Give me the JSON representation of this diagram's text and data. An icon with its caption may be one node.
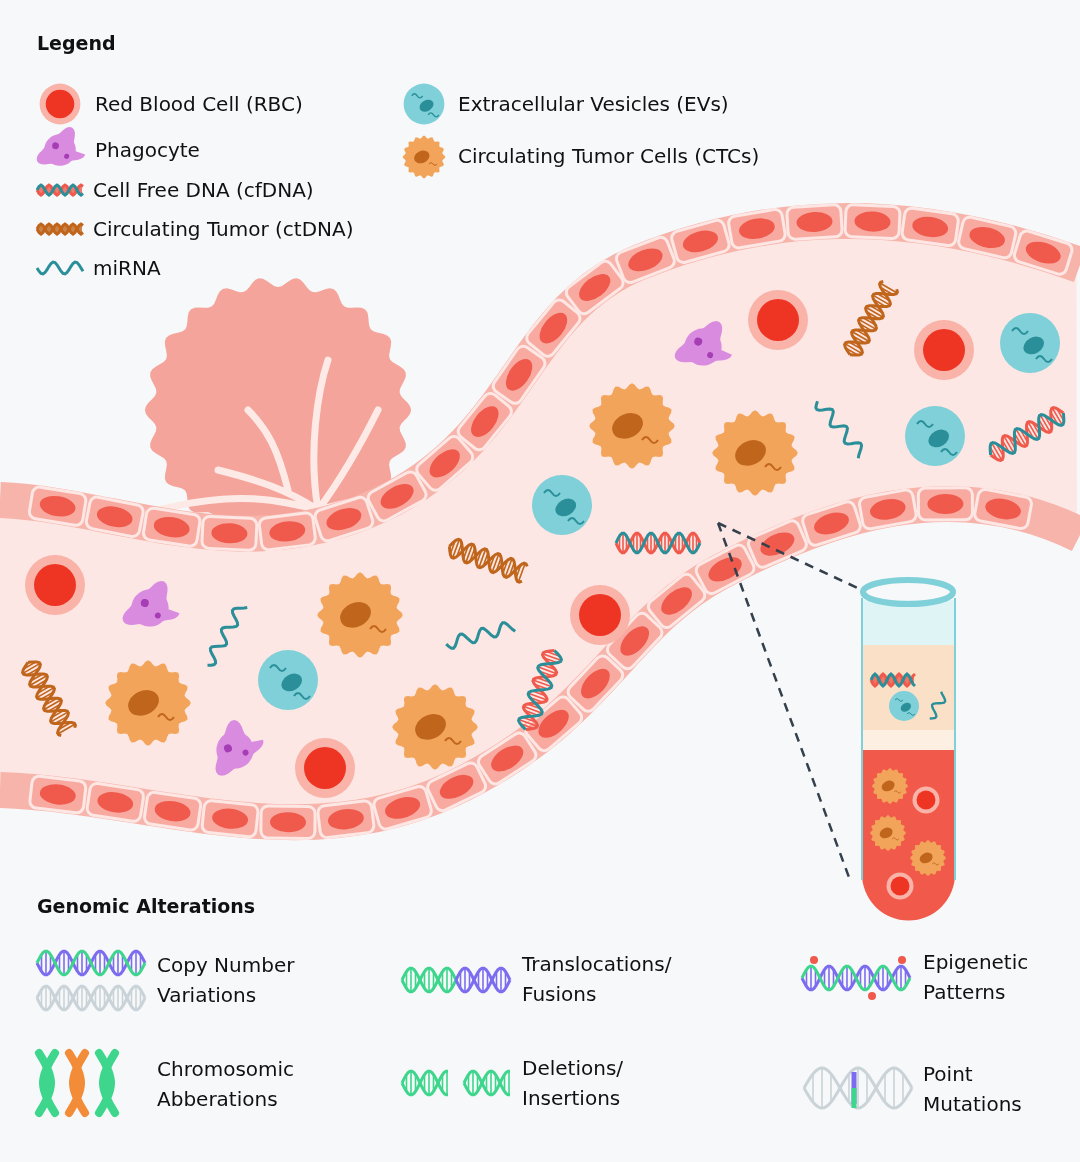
{
  "diagram": {
    "labels": [
      "Legend",
      "Genomic Alterations",
      "Copy Number Variations",
      "Translocations/ Fusions",
      "Epigenetic Patterns",
      "Chromosomic Abberations",
      "Deletions/ Insertions",
      "Point Mutations"
    ],
    "legend": [
      {
        "text": "Red Blood Cell (RBC)"
      },
      {
        "text": "Extracellular Vesicles (EVs)"
      },
      {
        "text": "Phagocyte"
      },
      {
        "text": "Circulating Tumor Cells (CTCs)"
      },
      {
        "text": "Cell Free DNA (cfDNA)"
      },
      {
        "text": "Circulating Tumor (ctDNA)"
      },
      {
        "text": "miRNA"
      }
    ]
  }
}
